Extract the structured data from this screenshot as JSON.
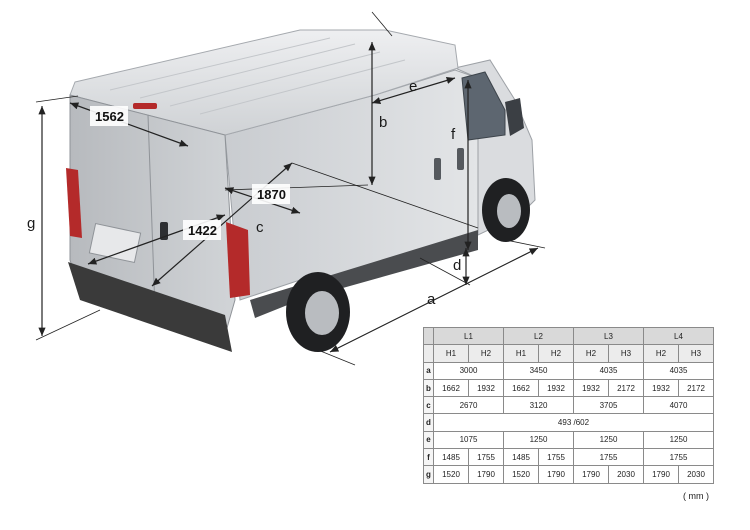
{
  "dimension_labels": {
    "a": "a",
    "b": "b",
    "c": "c",
    "d": "d",
    "e": "e",
    "f": "f",
    "g": "g",
    "rear_width": "1562",
    "load_length": "1870",
    "door_width": "1422"
  },
  "table": {
    "lengths": [
      "L1",
      "L2",
      "L3",
      "L4"
    ],
    "heights": [
      [
        "H1",
        "H2"
      ],
      [
        "H1",
        "H2"
      ],
      [
        "H2",
        "H3"
      ],
      [
        "H2",
        "H3"
      ]
    ],
    "rows": {
      "a": {
        "key": "a",
        "values": [
          "3000",
          "3450",
          "4035",
          "4035"
        ]
      },
      "b": {
        "key": "b",
        "values": [
          "1662",
          "1932",
          "1662",
          "1932",
          "1932",
          "2172",
          "1932",
          "2172"
        ]
      },
      "c": {
        "key": "c",
        "values": [
          "2670",
          "3120",
          "3705",
          "4070"
        ]
      },
      "d": {
        "key": "d",
        "value": "493 /602"
      },
      "e": {
        "key": "e",
        "values": [
          "1075",
          "1250",
          "1250",
          "1250"
        ]
      },
      "f": {
        "key": "f",
        "values": [
          "1485",
          "1755",
          "1485",
          "1755",
          "1755",
          "1755"
        ]
      },
      "g": {
        "key": "g",
        "values": [
          "1520",
          "1790",
          "1520",
          "1790",
          "1790",
          "2030",
          "1790",
          "2030"
        ]
      }
    }
  },
  "unit_note": "( mm )",
  "colors": {
    "body": "#d4d6d8",
    "bumper": "#3a3a3a",
    "taillight": "#b42a2a",
    "dimension_line": "#222222"
  }
}
